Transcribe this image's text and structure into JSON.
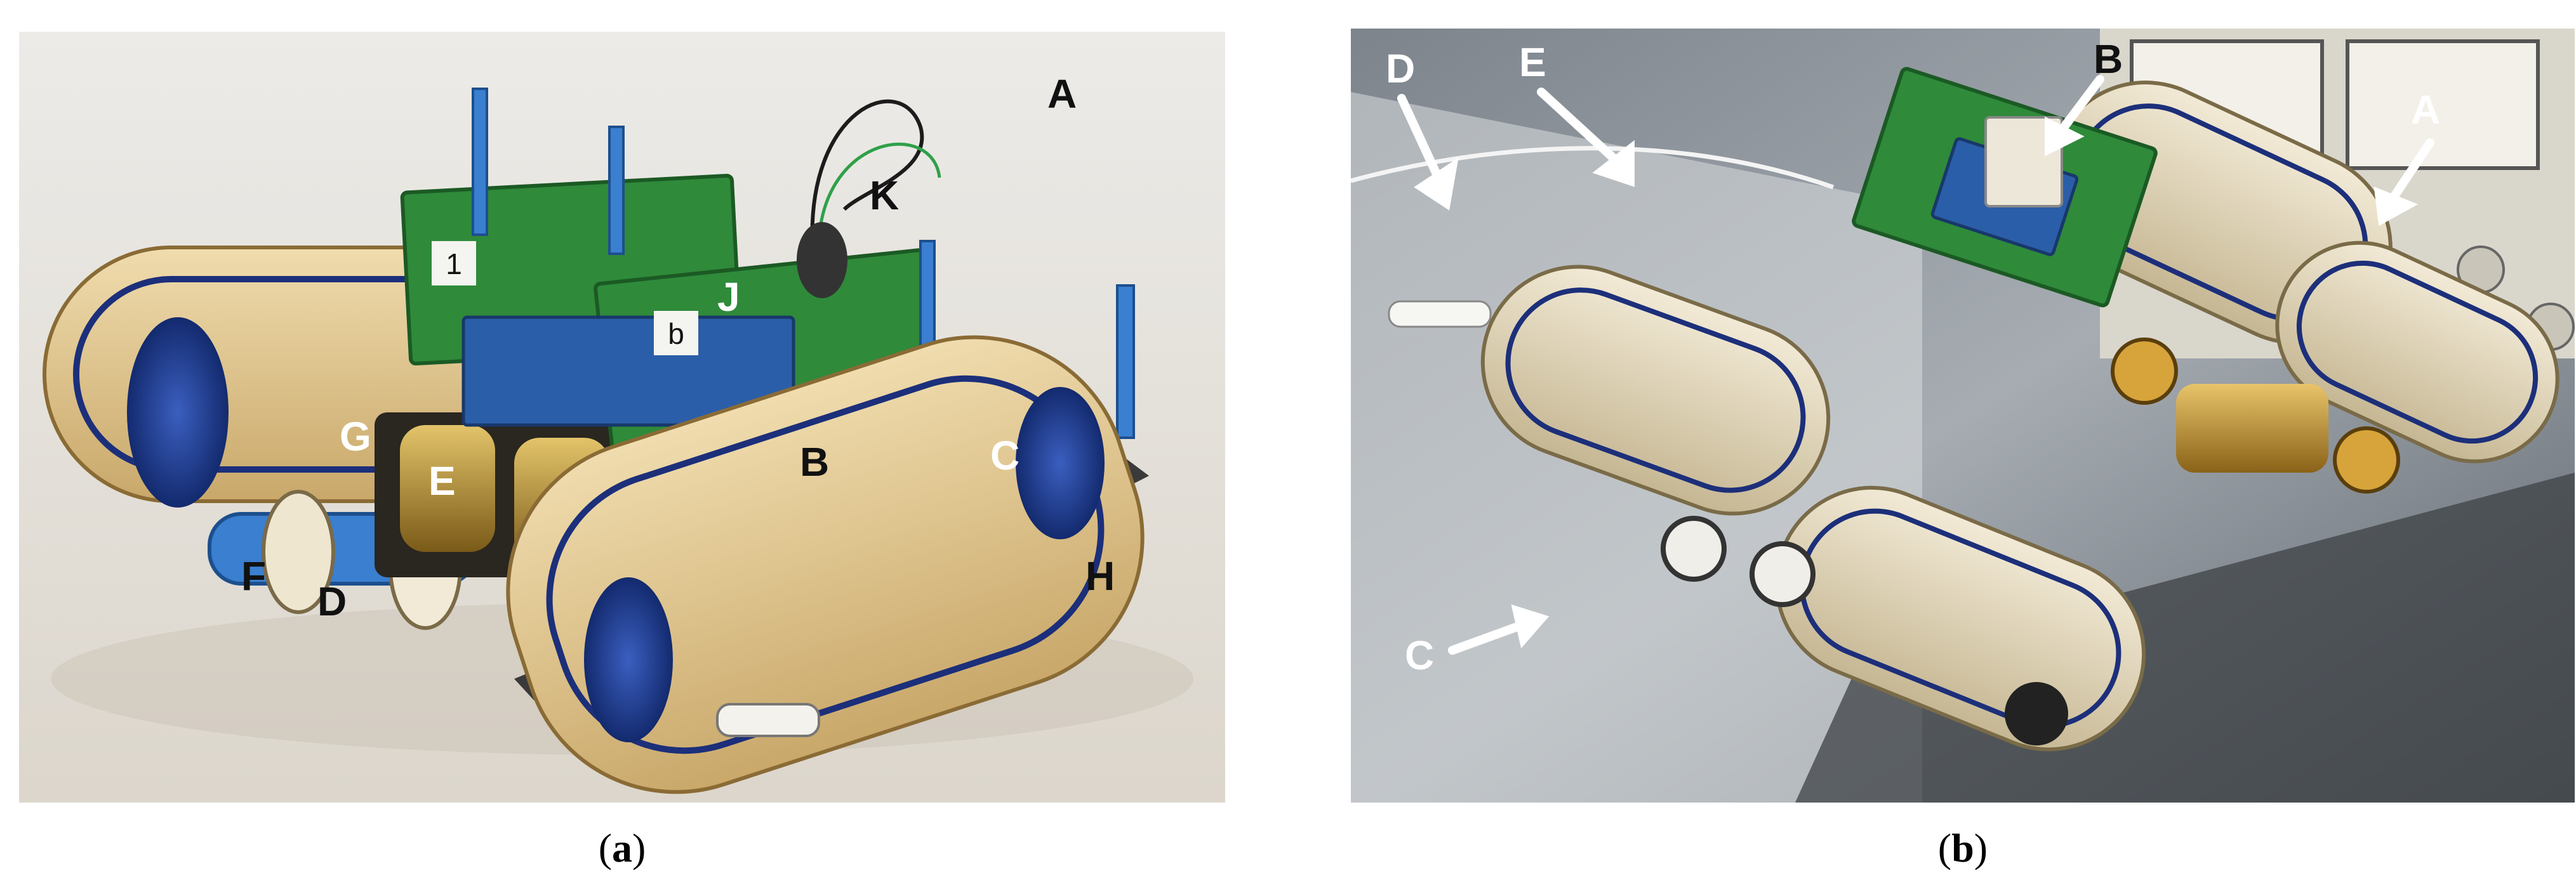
{
  "figure": {
    "panel_a": {
      "caption_open": "(",
      "caption_letter": "a",
      "caption_close": ")",
      "labels": {
        "A": "A",
        "B": "B",
        "C": "C",
        "D": "D",
        "E": "E",
        "F": "F",
        "G": "G",
        "H": "H",
        "J": "J",
        "K": "K"
      },
      "board_marks": {
        "left": "1",
        "right": "b"
      }
    },
    "panel_b": {
      "caption_open": "(",
      "caption_letter": "b",
      "caption_close": ")",
      "labels": {
        "A": "A",
        "B": "B",
        "C": "C",
        "D": "D",
        "E": "E"
      }
    }
  },
  "colors": {
    "track_tan": "#e2cfa0",
    "track_pale": "#ece3cc",
    "hub_blue": "#1f3f9a",
    "rod_blue": "#3a7fd0",
    "pcb_green": "#2f8a3a",
    "brass": "#b58a2a",
    "backdrop_a": "#e7e3dc",
    "backdrop_b": "#8f96a0"
  }
}
